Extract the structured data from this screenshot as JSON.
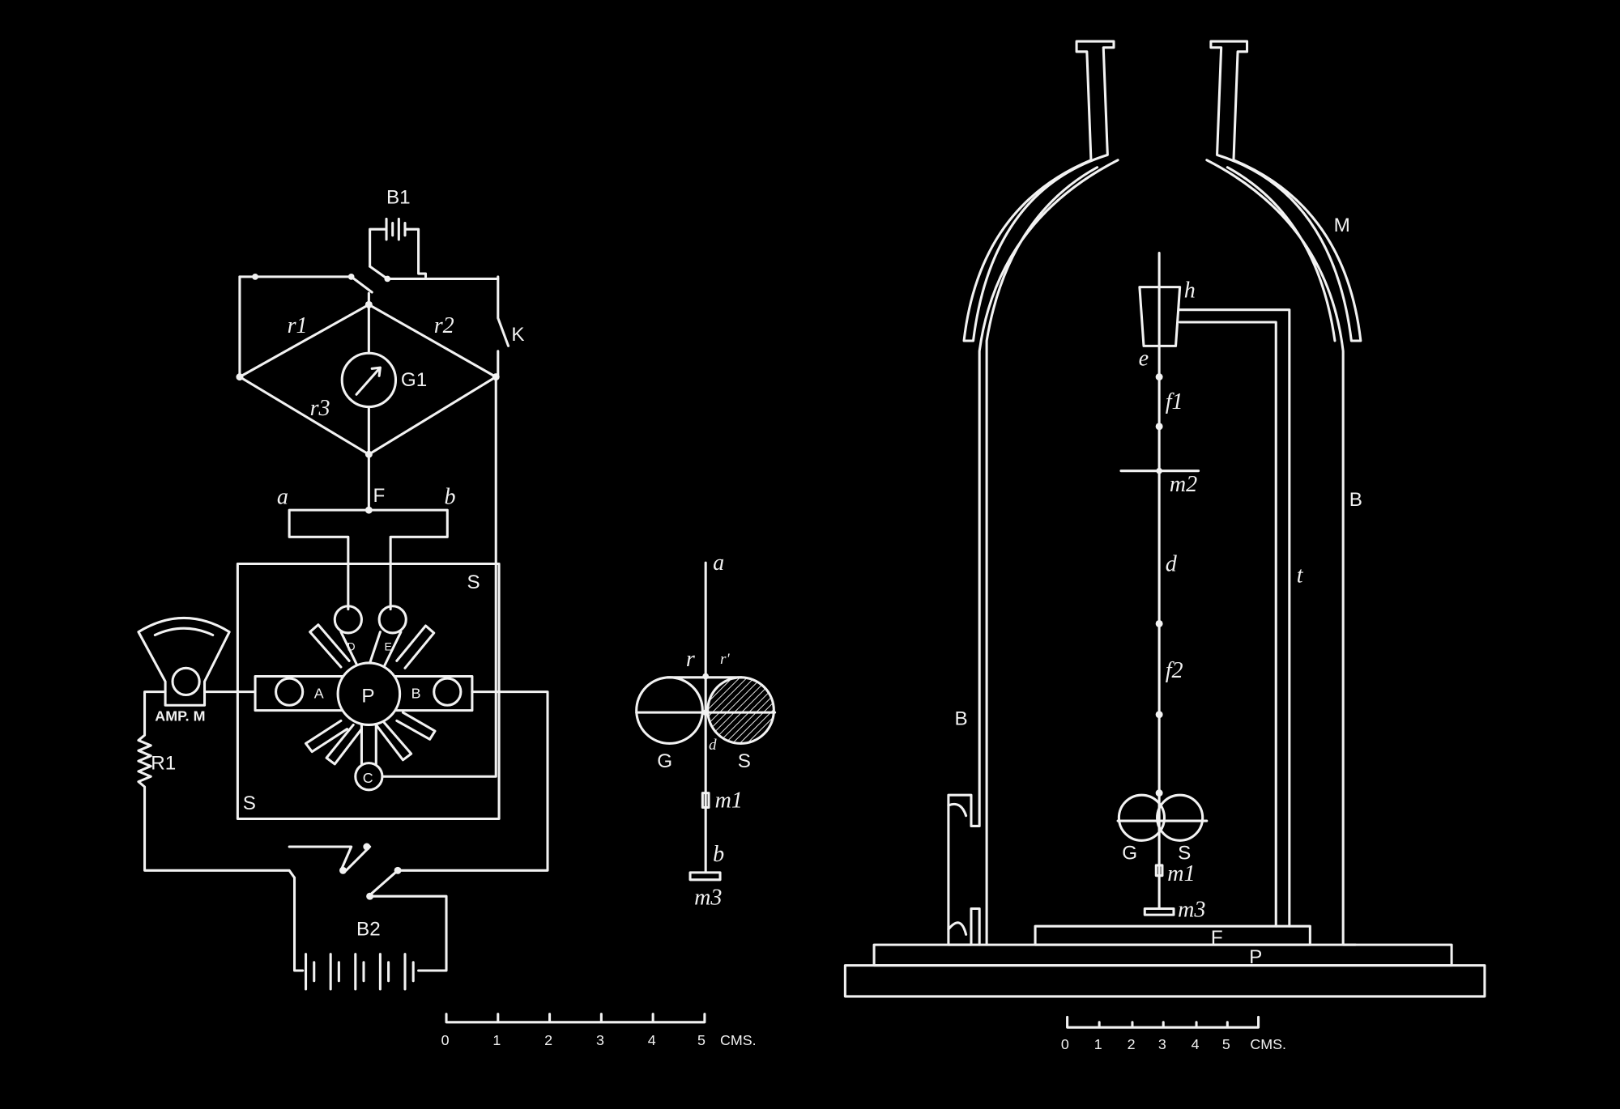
{
  "colors": {
    "background": "#000000",
    "ink": "#f2f2f2"
  },
  "circuit": {
    "battery1": "B1",
    "battery2": "B2",
    "r1": "r1",
    "r2": "r2",
    "r3": "r3",
    "galvanometer": "G1",
    "key": "K",
    "a": "a",
    "F": "F",
    "b": "b",
    "S_top": "S",
    "S_bottom": "S",
    "P": "P",
    "A": "A",
    "B": "B",
    "C": "C",
    "D": "D",
    "E": "E",
    "ammeter": "AMP. M",
    "resistor": "R1"
  },
  "scale_left": {
    "ticks": [
      "0",
      "1",
      "2",
      "3",
      "4",
      "5"
    ],
    "unit": "CMS."
  },
  "detail": {
    "a": "a",
    "r": "r",
    "r_prime": "r'",
    "G": "G",
    "S": "S",
    "d": "d",
    "m1": "m1",
    "b": "b",
    "m3": "m3"
  },
  "apparatus": {
    "M": "M",
    "h": "h",
    "e": "e",
    "f1": "f1",
    "m2": "m2",
    "d": "d",
    "f2": "f2",
    "t": "t",
    "B_right": "B",
    "B_left": "B",
    "G": "G",
    "S": "S",
    "m1": "m1",
    "m3": "m3",
    "F": "F",
    "P": "P"
  },
  "scale_right": {
    "ticks": [
      "0",
      "1",
      "2",
      "3",
      "4",
      "5"
    ],
    "unit": "CMS."
  }
}
